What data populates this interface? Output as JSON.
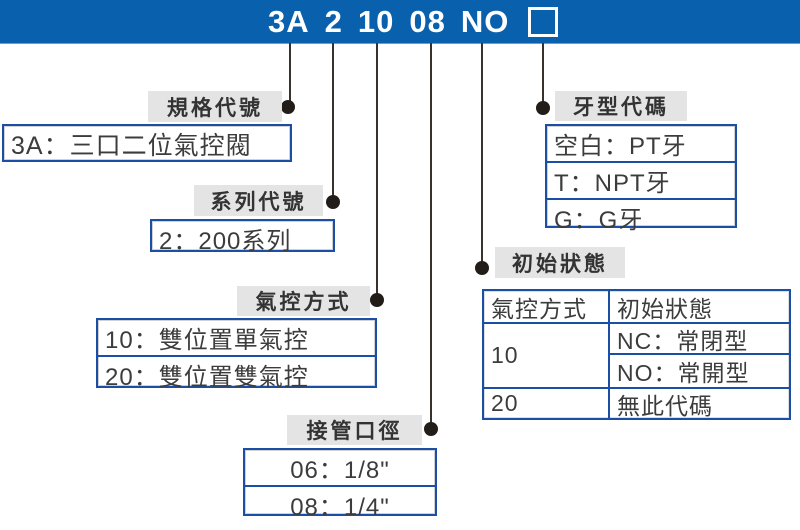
{
  "header": {
    "segments": [
      "3A",
      "2",
      "10",
      "08",
      "NO"
    ],
    "placeholder": "□"
  },
  "sections": {
    "spec": {
      "label": "規格代號",
      "rows": [
        "3A：三口二位氣控閥"
      ]
    },
    "series": {
      "label": "系列代號",
      "rows": [
        "2：200系列"
      ]
    },
    "control": {
      "label": "氣控方式",
      "rows": [
        "10：雙位置單氣控",
        "20：雙位置雙氣控"
      ]
    },
    "port": {
      "label": "接管口徑",
      "rows": [
        "06：1/8\"",
        "08：1/4\""
      ]
    },
    "initial": {
      "label": "初始狀態",
      "table": {
        "col_headers": [
          "氣控方式",
          "初始狀態"
        ],
        "row10": {
          "code": "10",
          "nc": "NC：常閉型",
          "no": "NO：常開型"
        },
        "row20": {
          "code": "20",
          "state": "無此代碼"
        }
      }
    },
    "thread": {
      "label": "牙型代碼",
      "rows": [
        "空白：PT牙",
        "T：NPT牙",
        "G：G牙"
      ]
    }
  },
  "colors": {
    "bar_blue": "#0961ae",
    "border_blue": "#1a4fa5",
    "label_gray": "#e4e4e4",
    "text_dark": "#3c3c3c"
  }
}
